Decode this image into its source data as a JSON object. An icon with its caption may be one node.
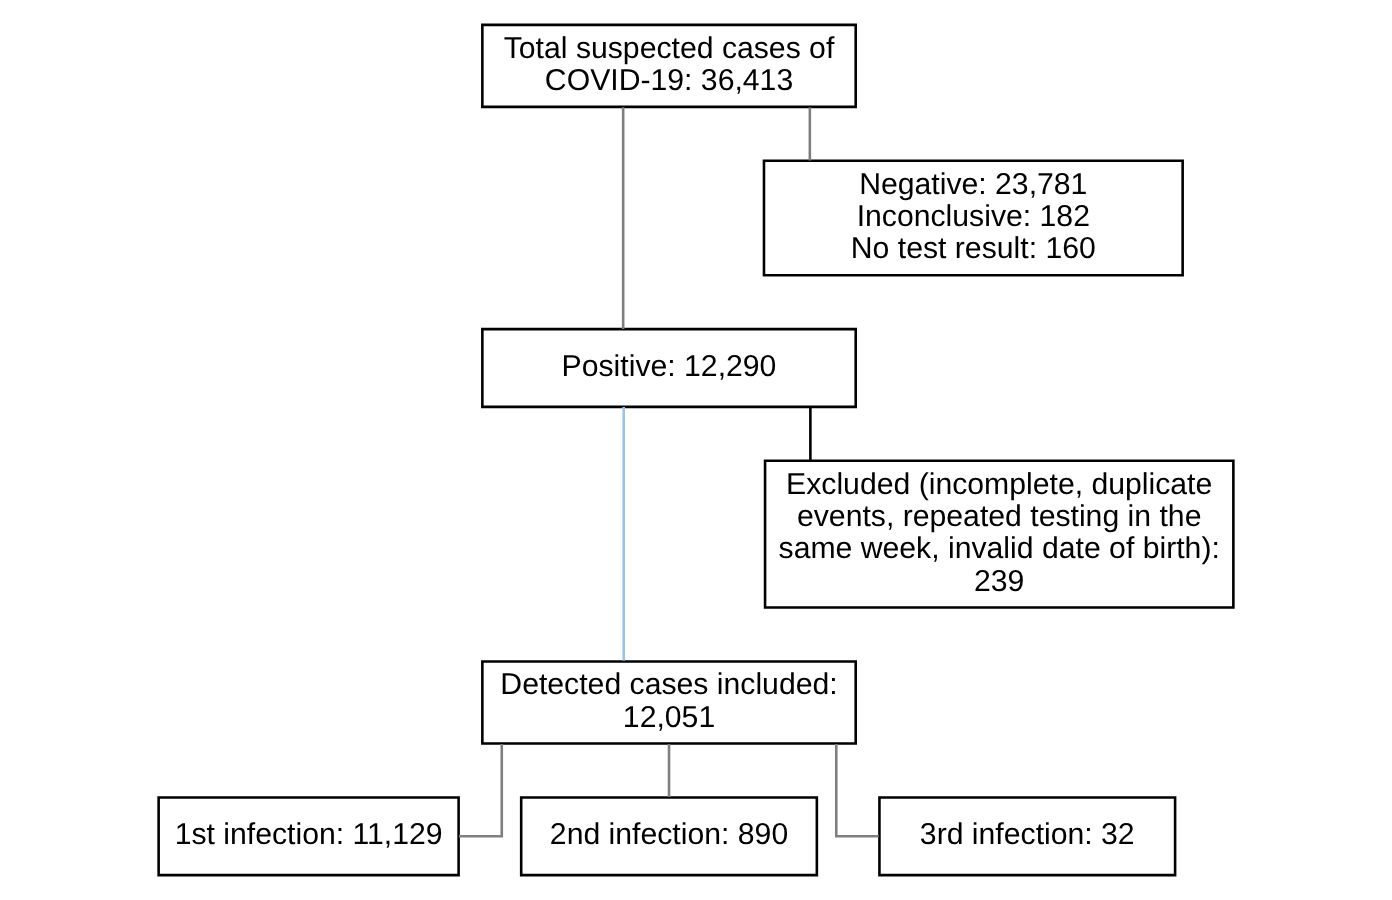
{
  "diagram": {
    "nodes": [
      {
        "text": [
          "Total suspected cases of COVID-19: 36,413"
        ]
      },
      {
        "text": [
          "Negative: 23,781",
          "Inconclusive: 182",
          "No test result: 160"
        ]
      },
      {
        "text": [
          "Positive: 12,290"
        ]
      },
      {
        "text": [
          "Excluded (incomplete, duplicate events, repeated testing in the same week, invalid date of birth): 239"
        ]
      },
      {
        "text": [
          "Detected cases included: 12,051"
        ]
      },
      {
        "text": [
          "1st infection: 11,129"
        ]
      },
      {
        "text": [
          "2nd infection: 890"
        ]
      },
      {
        "text": [
          "3rd infection: 32"
        ]
      }
    ],
    "edges": [
      {
        "from": 0,
        "to": 2,
        "arrow": "none"
      },
      {
        "from": 0,
        "to": 1,
        "arrow": "none"
      },
      {
        "from": 2,
        "to": 4,
        "arrow": "none",
        "color": "#9dc3e6"
      },
      {
        "from": 2,
        "to": 3,
        "arrow": "none",
        "color": "#000000"
      },
      {
        "from": 4,
        "to": 5,
        "arrow": "none"
      },
      {
        "from": 4,
        "to": 6,
        "arrow": "none"
      },
      {
        "from": 4,
        "to": 7,
        "arrow": "none"
      }
    ]
  }
}
